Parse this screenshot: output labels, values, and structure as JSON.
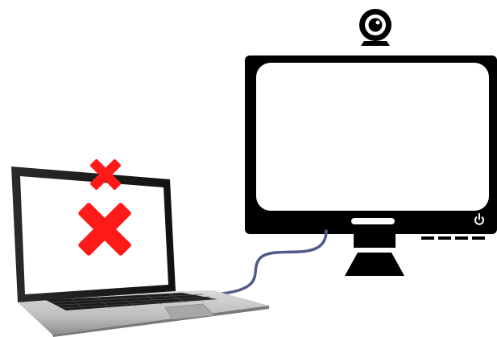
{
  "scene": {
    "external_monitor": {
      "webcam_icon": "webcam-icon",
      "power_icon": "power-icon",
      "indicator_dashes": 4
    },
    "laptop": {
      "builtin_webcam_status": "disabled",
      "display_status": "disabled",
      "status_icons": [
        "red-x-icon",
        "red-x-icon"
      ]
    },
    "connection": {
      "type": "cable",
      "from": "laptop",
      "to": "external-monitor"
    },
    "colors": {
      "monitor": "#000000",
      "screen": "#ffffff",
      "cross": "#ff1a1a",
      "cable": "#4f5b8a",
      "laptop_body": "#c9c9c9",
      "keyboard": "#1e1e1e"
    }
  }
}
